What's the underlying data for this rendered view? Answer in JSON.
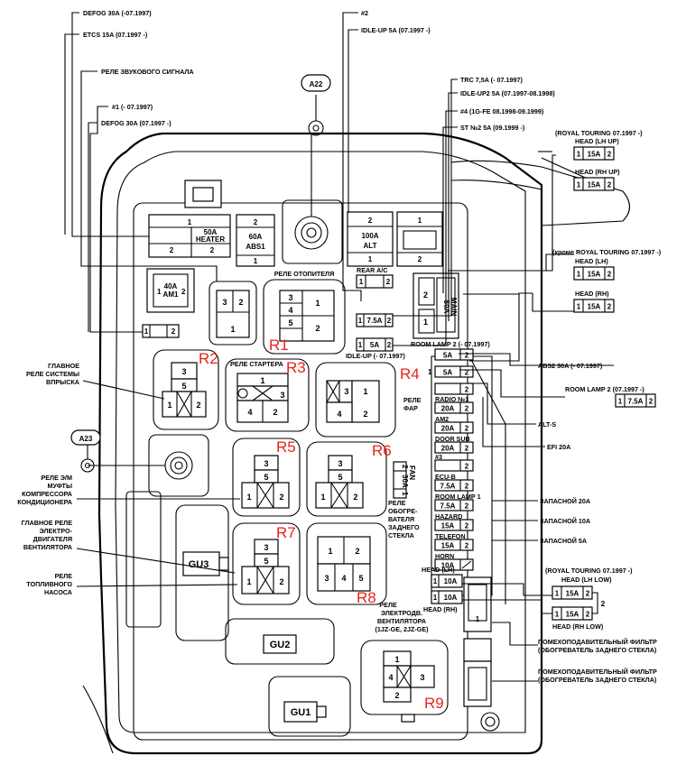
{
  "callouts": {
    "defog_old": "DEFOG 30A (-07.1997)",
    "etcs": "ETCS 15A (07.1997 -)",
    "horn_relay": "РЕЛЕ ЗВУКОВОГО СИГНАЛА",
    "n1": "#1 (- 07.1997)",
    "defog_new": "DEFOG 30A (07.1997 -)",
    "n2": "#2",
    "idle_up": "IDLE-UP 5A (07.1997 -)",
    "trc": "TRC 7,5A (- 07.1997)",
    "idle_up2": "IDLE-UP2 5A (07.1997-08.1998)",
    "n4": "#4 (1G-FE 08.1998-09.1999)",
    "st2": "ST №2 5A (09.1999 -)",
    "royal_up": "(ROYAL TOURING 07.1997 -)",
    "head_lh_up": "HEAD (LH UP)",
    "head_rh_up": "HEAD (RH UP)",
    "except_royal": "(кроме ROYAL TOURING 07.1997 -)",
    "head_lh": "HEAD (LH)",
    "head_rh": "HEAD (RH)",
    "abs2": "ABS2 30A (- 07.1997)",
    "room_lamp2": "ROOM LAMP 2 (07.1997 -)",
    "alt_s": "ALT-S",
    "efi": "EFI 20A",
    "spare20": "ЗАПАСНОЙ 20A",
    "spare10": "ЗАПАСНОЙ 10A",
    "spare5": "ЗАПАСНОЙ 5A",
    "royal_low": "(ROYAL TOURING 07.1997 -)",
    "head_lh_low": "HEAD (LH LOW)",
    "head_rh_low": "HEAD (RH LOW)",
    "filter1a": "ПОМЕХОПОДАВИТЕЛЬНЫЙ ФИЛЬТР",
    "filter1b": "(ОБОГРЕВАТЕЛЬ ЗАДНЕГО СТЕКЛА)",
    "filter2a": "ПОМЕХОПОДАВИТЕЛЬНЫЙ ФИЛЬТР",
    "filter2b": "(ОБОГРЕВАТЕЛЬ ЗАДНЕГО СТЕКЛА)",
    "main_relay": [
      "ГЛАВНОЕ",
      "РЕЛЕ СИСТЕМЫ",
      "ВПРЫСКА"
    ],
    "ac_relay": [
      "РЕЛЕ Э/М",
      "МУФТЫ",
      "КОМПРЕССОРА",
      "КОНДИЦИОНЕРА"
    ],
    "fan_relay": [
      "ГЛАВНОЕ РЕЛЕ",
      "ЭЛЕКТРО-",
      "ДВИГАТЕЛЯ",
      "ВЕНТИЛЯТОРА"
    ],
    "fuel_relay": [
      "РЕЛЕ",
      "ТОПЛИВНОГО",
      "НАСОСА"
    ]
  },
  "connectors": {
    "a22": "A22",
    "a23": "A23"
  },
  "relays": {
    "r1": "R1",
    "r2": "R2",
    "r3": "R3",
    "r4": "R4",
    "r5": "R5",
    "r6": "R6",
    "r7": "R7",
    "r8": "R8",
    "r9": "R9"
  },
  "labels": {
    "heater_relay": "РЕЛЕ ОТОПИТЕЛЯ",
    "starter_relay": "РЕЛЕ СТАРТЕРА",
    "headlight_relay": [
      "РЕЛЕ",
      "ФАР"
    ],
    "rear_defog_relay": [
      "РЕЛЕ",
      "ОБОГРЕ-",
      "ВАТЕЛЯ",
      "ЗАДНЕГО",
      "СТЕКЛА"
    ],
    "efan_relay": [
      "РЕЛЕ",
      "ЭЛЕКТРОДВ.",
      "ВЕНТИЛЯТОРА",
      "(1JZ-GE, 2JZ-GE)"
    ],
    "rear_ac": "REAR A/C",
    "room_lamp_2": "ROOM LAMP 2 (- 07.1997)",
    "idle_up_old": "IDLE-UP (- 07.1997)",
    "head_lh": "HEAD (LH)",
    "head_rh": "HEAD (RH)"
  },
  "fuses": {
    "heater": {
      "amp": "50A",
      "name": "HEATER"
    },
    "abs1": {
      "amp": "60A",
      "name": "ABS1"
    },
    "alt": {
      "amp": "100A",
      "name": "ALT"
    },
    "am1": {
      "amp": "40A",
      "name": "AM1"
    },
    "main": {
      "amp": "50A",
      "name": "MAIN"
    },
    "fan": {
      "amp": "30A",
      "name": "FAN"
    },
    "f75": "7.5A",
    "f5": "5A",
    "f15": "15A",
    "f20": "20A",
    "f10": "10A"
  },
  "strip": {
    "radio": "RADIO №1",
    "am2": "AM2",
    "door": "DOOR SUB",
    "n3": "#3",
    "ecu": "ECU-B",
    "room1": "ROOM LAMP 1",
    "hazard": "HAZARD",
    "telefon": "TELEFON",
    "horn": "HORN"
  },
  "blocks": {
    "gu1": "GU1",
    "gu2": "GU2",
    "gu3": "GU3"
  },
  "pins": {
    "p1": "1",
    "p2": "2",
    "p3": "3",
    "p4": "4",
    "p5": "5"
  }
}
